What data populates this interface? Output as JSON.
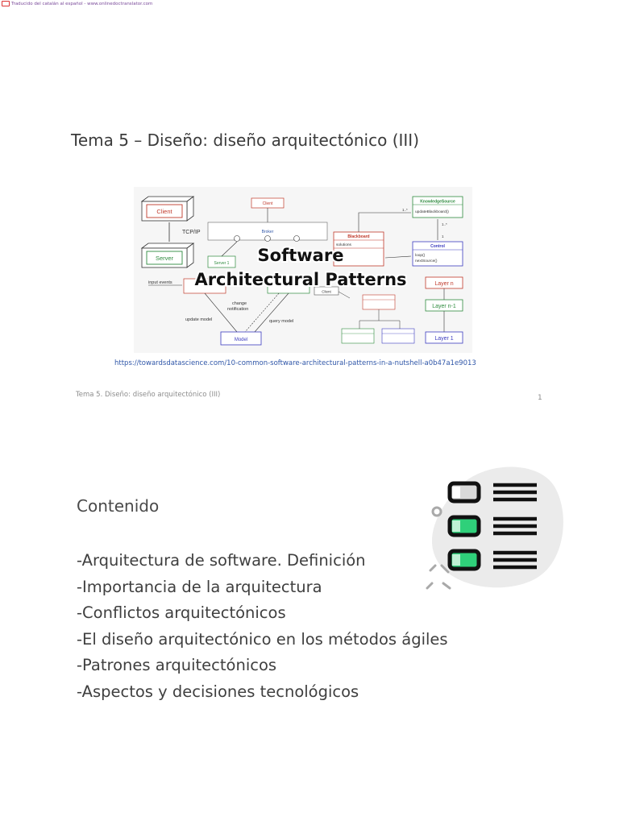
{
  "translator": {
    "text": "Traducido del catalán al español - www.onlinedoctranslator.com",
    "icon": "pdf-icon"
  },
  "slide1": {
    "title": "Tema 5 – Diseño: diseño arquitectónico (III)",
    "figure": {
      "overlay_line1": "Software",
      "overlay_line2": "Architectural Patterns",
      "labels": {
        "client_top": "Client",
        "client_box": "Client",
        "server_box": "Server",
        "tcpip": "TCP/IP",
        "broker": "Broker",
        "server1": "Server 1",
        "knowledge_source": "KnowledgeSource",
        "update_blackboard": "updateBlackboard()",
        "blackboard": "Blackboard",
        "solutions": "solutions",
        "control": "Control",
        "loop": "loop()",
        "next_source": "nextSource()",
        "mult_one": "1..*",
        "mult_two": "1..*",
        "mult_three": "1",
        "input_events": "input events",
        "change_notification_1": "change",
        "change_notification_2": "notification",
        "update_model": "update model",
        "query_model": "query model",
        "model": "Model",
        "client_small": "Client",
        "layer_n": "Layer n",
        "layer_n1": "Layer n-1",
        "layer_1": "Layer 1"
      }
    },
    "source_url": "https://towardsdatascience.com/10-common-software-architectural-patterns-in-a-nutshell-a0b47a1e9013",
    "footer": "Tema 5. Diseño: diseño arquitectónico (III)",
    "page_number": "1"
  },
  "slide2": {
    "title": "Contenido",
    "items": [
      "-Arquitectura de software. Definición",
      "-Importancia de la arquitectura",
      "-Conflictos arquitectónicos",
      "-El diseño arquitectónico en los métodos ágiles",
      "-Patrones arquitectónicos",
      "-Aspectos y decisiones tecnológicos"
    ],
    "illustration_icon": "checklist-icon",
    "colors": {
      "accent_green": "#2fd07a",
      "blob_gray": "#ebebeb",
      "ink": "#111111"
    }
  }
}
